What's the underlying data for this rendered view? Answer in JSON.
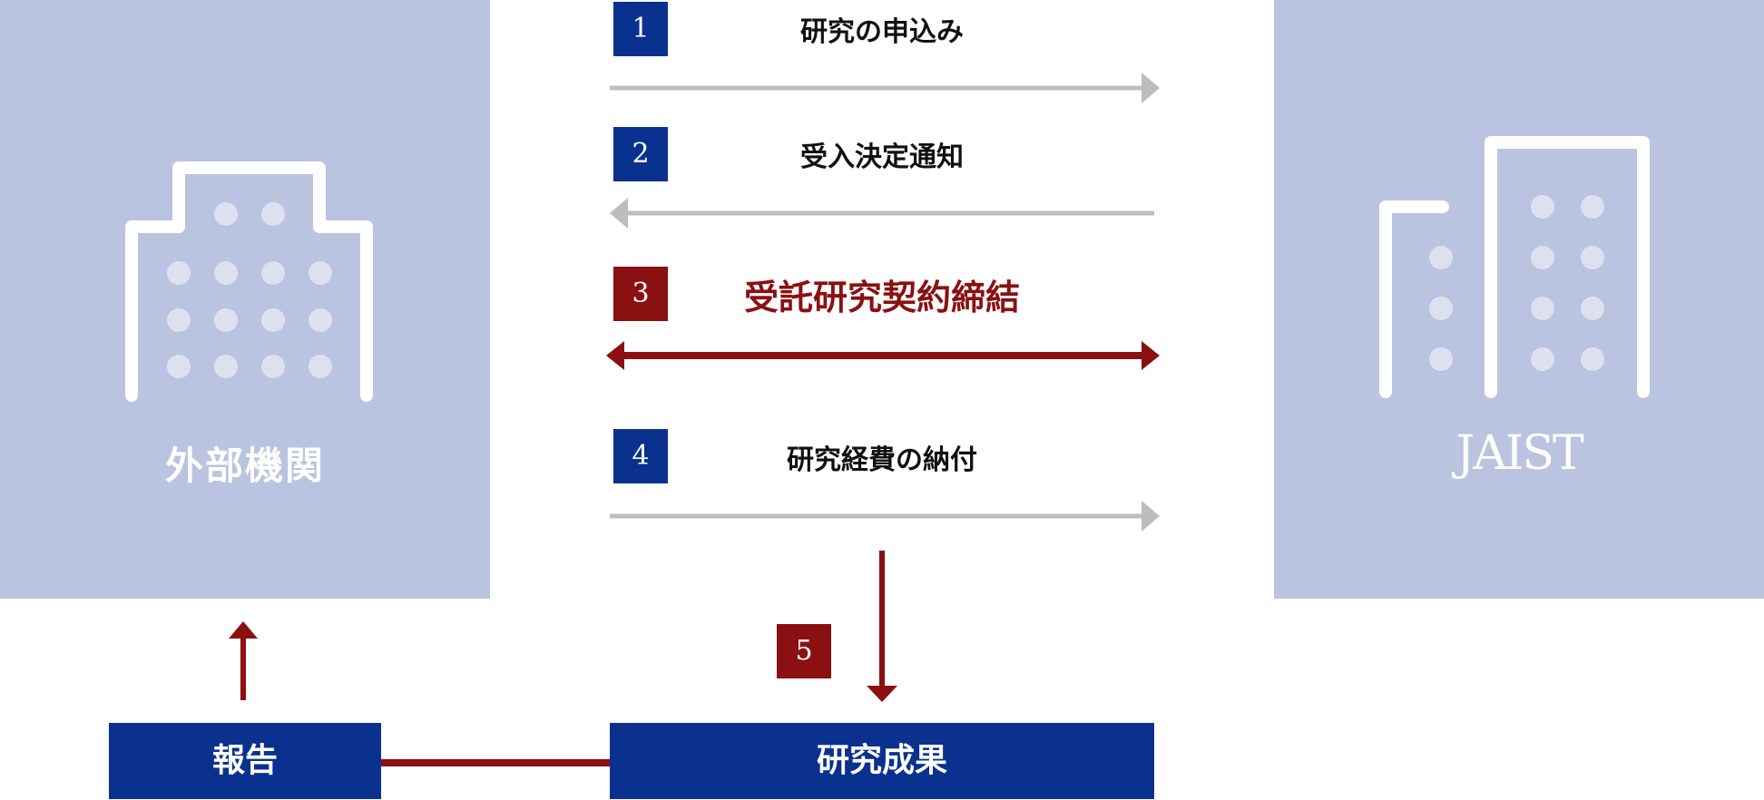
{
  "colors": {
    "panel_bg": "#BAC3DF",
    "panel_icon": "#FFFFFF",
    "window_dot": "#DDE1EF",
    "navy": "#0B318F",
    "dark_red": "#8B1012",
    "gray_arrow": "#BDBDBD",
    "text": "#111111"
  },
  "external_org": {
    "label": "外部機関",
    "icon": "building-icon"
  },
  "jaist": {
    "label": "JAIST",
    "icon": "office-building-icon"
  },
  "steps": [
    {
      "number": "1",
      "label": "研究の申込み",
      "direction": "to-jaist"
    },
    {
      "number": "2",
      "label": "受入決定通知",
      "direction": "to-external"
    },
    {
      "number": "3",
      "label": "受託研究契約締結",
      "direction": "both",
      "highlight": true
    },
    {
      "number": "4",
      "label": "研究経費の納付",
      "direction": "to-jaist"
    },
    {
      "number": "5",
      "label": "",
      "direction": "down"
    }
  ],
  "report_box": {
    "label": "報告"
  },
  "result_box": {
    "label": "研究成果"
  }
}
